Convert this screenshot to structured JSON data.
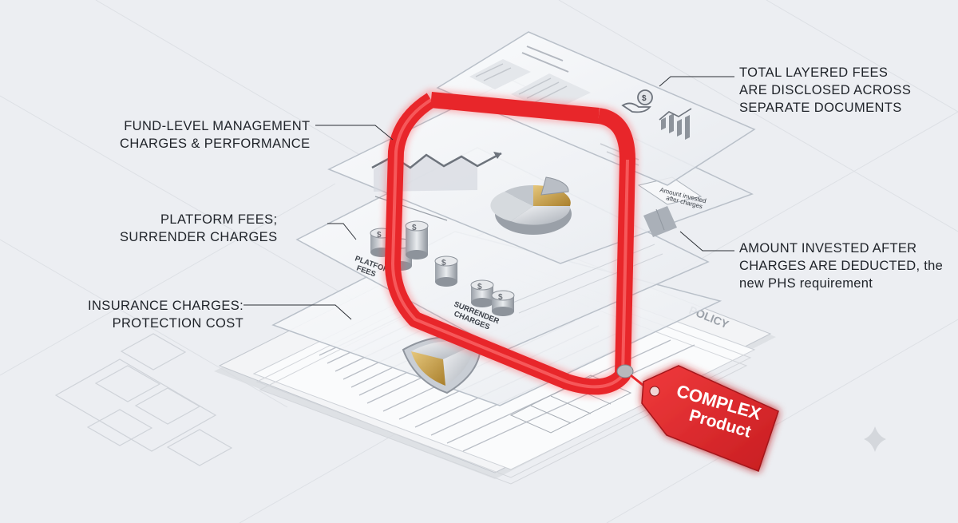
{
  "labels": {
    "total_fees": [
      "TOTAL LAYERED FEES",
      "ARE DISCLOSED ACROSS",
      "SEPARATE DOCUMENTS"
    ],
    "fund_level": [
      "FUND-LEVEL MANAGEMENT",
      "CHARGES & PERFORMANCE"
    ],
    "platform": [
      "PLATFORM FEES;",
      "SURRENDER CHARGES"
    ],
    "insurance": [
      "INSURANCE CHARGES:",
      "PROTECTION COST"
    ],
    "amount_invested": [
      "AMOUNT INVESTED AFTER",
      "CHARGES ARE DEDUCTED, the",
      "new PHS requirement"
    ]
  },
  "layer_text": {
    "platform_fees": [
      "PLATFORM",
      "FEES"
    ],
    "surrender_charges": [
      "SURRENDER",
      "CHARGES"
    ],
    "amount_note": [
      "Amount invested",
      "after charges"
    ],
    "policy": "POLICY"
  },
  "tag": {
    "line1": "COMPLEX",
    "line2": "Product"
  },
  "colors": {
    "ribbon": "#e8262a",
    "tag": "#e02a2c",
    "gold": "#c9a24f",
    "panel": "#f7f8fa"
  },
  "icons": [
    "dollar-coin-stack-icon",
    "pie-chart-icon",
    "line-chart-icon",
    "shield-icon",
    "bar-chart-icon",
    "money-hand-icon",
    "sparkle-icon"
  ]
}
